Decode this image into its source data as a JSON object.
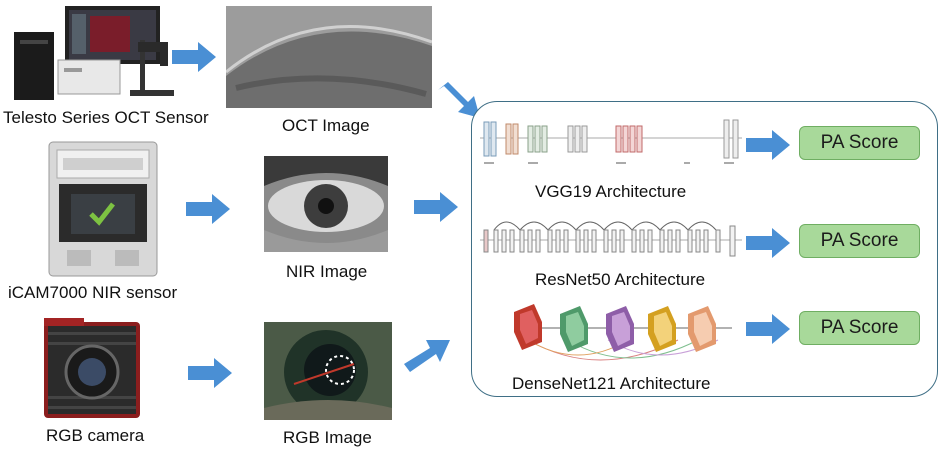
{
  "sensors": {
    "oct": {
      "label": "Telesto Series OCT Sensor"
    },
    "nir": {
      "label": "iCAM7000 NIR sensor"
    },
    "rgb": {
      "label": "RGB camera"
    }
  },
  "images": {
    "oct": {
      "label": "OCT Image"
    },
    "nir": {
      "label": "NIR Image"
    },
    "rgb": {
      "label": "RGB Image"
    }
  },
  "architectures": [
    {
      "label": "VGG19 Architecture",
      "score": "PA Score"
    },
    {
      "label": "ResNet50 Architecture",
      "score": "PA Score"
    },
    {
      "label": "DenseNet121 Architecture",
      "score": "PA Score"
    }
  ],
  "colors": {
    "arrow": "#4a8fd4",
    "score_fill": "#a8d99a",
    "panel_border": "#3f6f86"
  }
}
